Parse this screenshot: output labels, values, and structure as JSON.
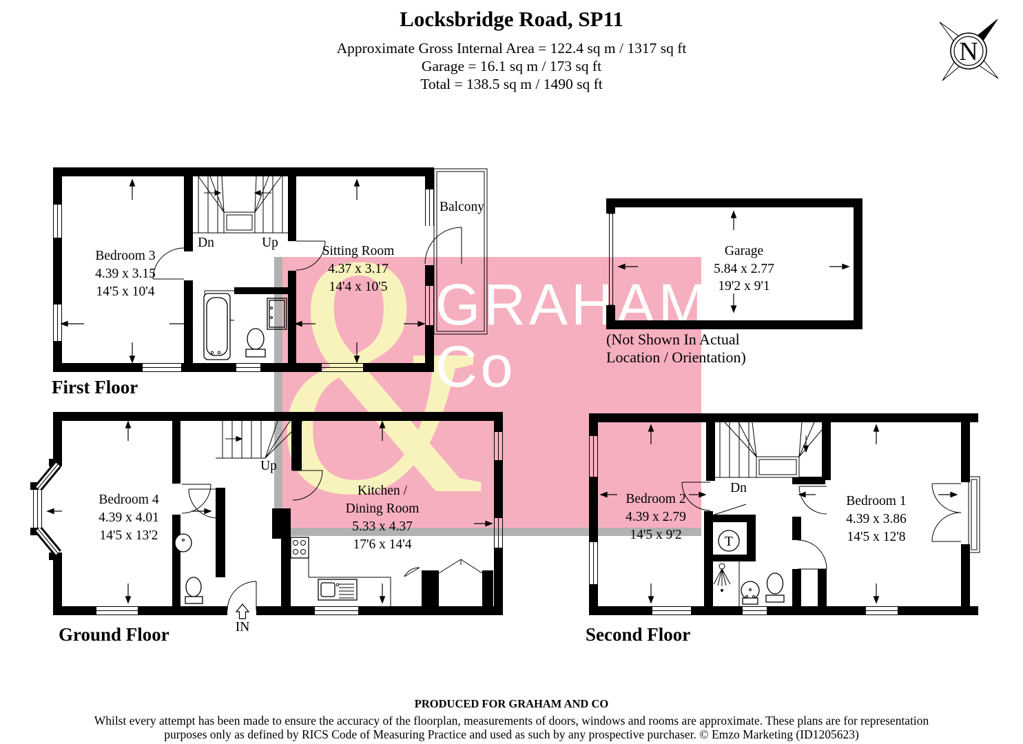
{
  "header": {
    "title": "Locksbridge Road, SP11",
    "area_line1": "Approximate Gross Internal Area = 122.4 sq m / 1317 sq ft",
    "area_line2": "Garage = 16.1 sq m / 173 sq ft",
    "area_line3": "Total = 138.5 sq m / 1490 sq ft"
  },
  "compass": {
    "label": "N"
  },
  "watermark": {
    "ampersand": "&",
    "name_line1": "GRAHAM",
    "name_line2": "Co",
    "pink": "#f6afbe",
    "yellow": "#f8f3bd",
    "gray": "#b1b1b1"
  },
  "first_floor": {
    "label": "First Floor",
    "stairs_down": "Dn",
    "stairs_up": "Up",
    "balcony": "Balcony",
    "bedroom3": {
      "name": "Bedroom 3",
      "metric": "4.39 x 3.15",
      "imperial": "14'5 x 10'4"
    },
    "sitting_room": {
      "name": "Sitting Room",
      "metric": "4.37 x 3.17",
      "imperial": "14'4 x 10'5"
    }
  },
  "garage": {
    "name": "Garage",
    "metric": "5.84 x 2.77",
    "imperial": "19'2 x 9'1",
    "note_line1": "(Not Shown In Actual",
    "note_line2": "Location / Orientation)"
  },
  "ground_floor": {
    "label": "Ground Floor",
    "stairs_up": "Up",
    "entrance": "IN",
    "bedroom4": {
      "name": "Bedroom 4",
      "metric": "4.39 x 4.01",
      "imperial": "14'5 x 13'2"
    },
    "kitchen": {
      "name_line1": "Kitchen /",
      "name_line2": "Dining Room",
      "metric": "5.33 x 4.37",
      "imperial": "17'6 x 14'4"
    }
  },
  "second_floor": {
    "label": "Second Floor",
    "stairs_down": "Dn",
    "tank": "T",
    "bedroom2": {
      "name": "Bedroom 2",
      "metric": "4.39 x 2.79",
      "imperial": "14'5 x 9'2"
    },
    "bedroom1": {
      "name": "Bedroom 1",
      "metric": "4.39 x 3.86",
      "imperial": "14'5 x 12'8"
    }
  },
  "footer": {
    "line1": "PRODUCED FOR GRAHAM AND CO",
    "line2": "Whilst every attempt has been made to ensure the accuracy of the floorplan, measurements of doors, windows and rooms are approximate. These plans are for representation",
    "line3": "purposes only as defined by RICS Code of Measuring Practice and used as such by any prospective purchaser. © Emzo Marketing (ID1205623)"
  }
}
